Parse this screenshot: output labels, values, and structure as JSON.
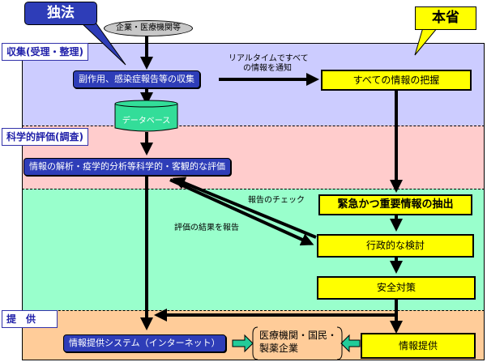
{
  "callouts": {
    "independent_agency": "独法",
    "ministry": "本省"
  },
  "source": "企業・医療機関等",
  "sections": {
    "collect": "収集(受理・整理)",
    "evaluate": "科学的評価(調査)",
    "provide": "提　供"
  },
  "nodes": {
    "collect_reports": "副作用、感染症報告等の収集",
    "database": "データベース",
    "analysis": "情報の解析・疫学的分析等科学的・客観的な評価",
    "grasp_all": "すべての情報の把握",
    "extract_urgent": "緊急かつ重要情報の抽出",
    "admin_review": "行政的な検討",
    "safety_measures": "安全対策",
    "info_system": "情報提供システム（インターネット）",
    "recipients_line1": "医療機関・国民・",
    "recipients_line2": "製薬企業",
    "info_provision": "情報提供"
  },
  "edge_labels": {
    "realtime_line1": "リアルタイムですべて",
    "realtime_line2": "の情報を通知",
    "report_check": "報告のチェック",
    "report_results": "評価の結果を報告"
  },
  "colors": {
    "collect_band": "#ccccff",
    "eval_band": "#ffcccc",
    "action_band": "#99ffcc",
    "provide_band": "#ffcc99",
    "blue_node": "#2e3db8",
    "yellow_node": "#ffff00",
    "database": "#33dd99",
    "green_arrow": "#22cc99"
  }
}
